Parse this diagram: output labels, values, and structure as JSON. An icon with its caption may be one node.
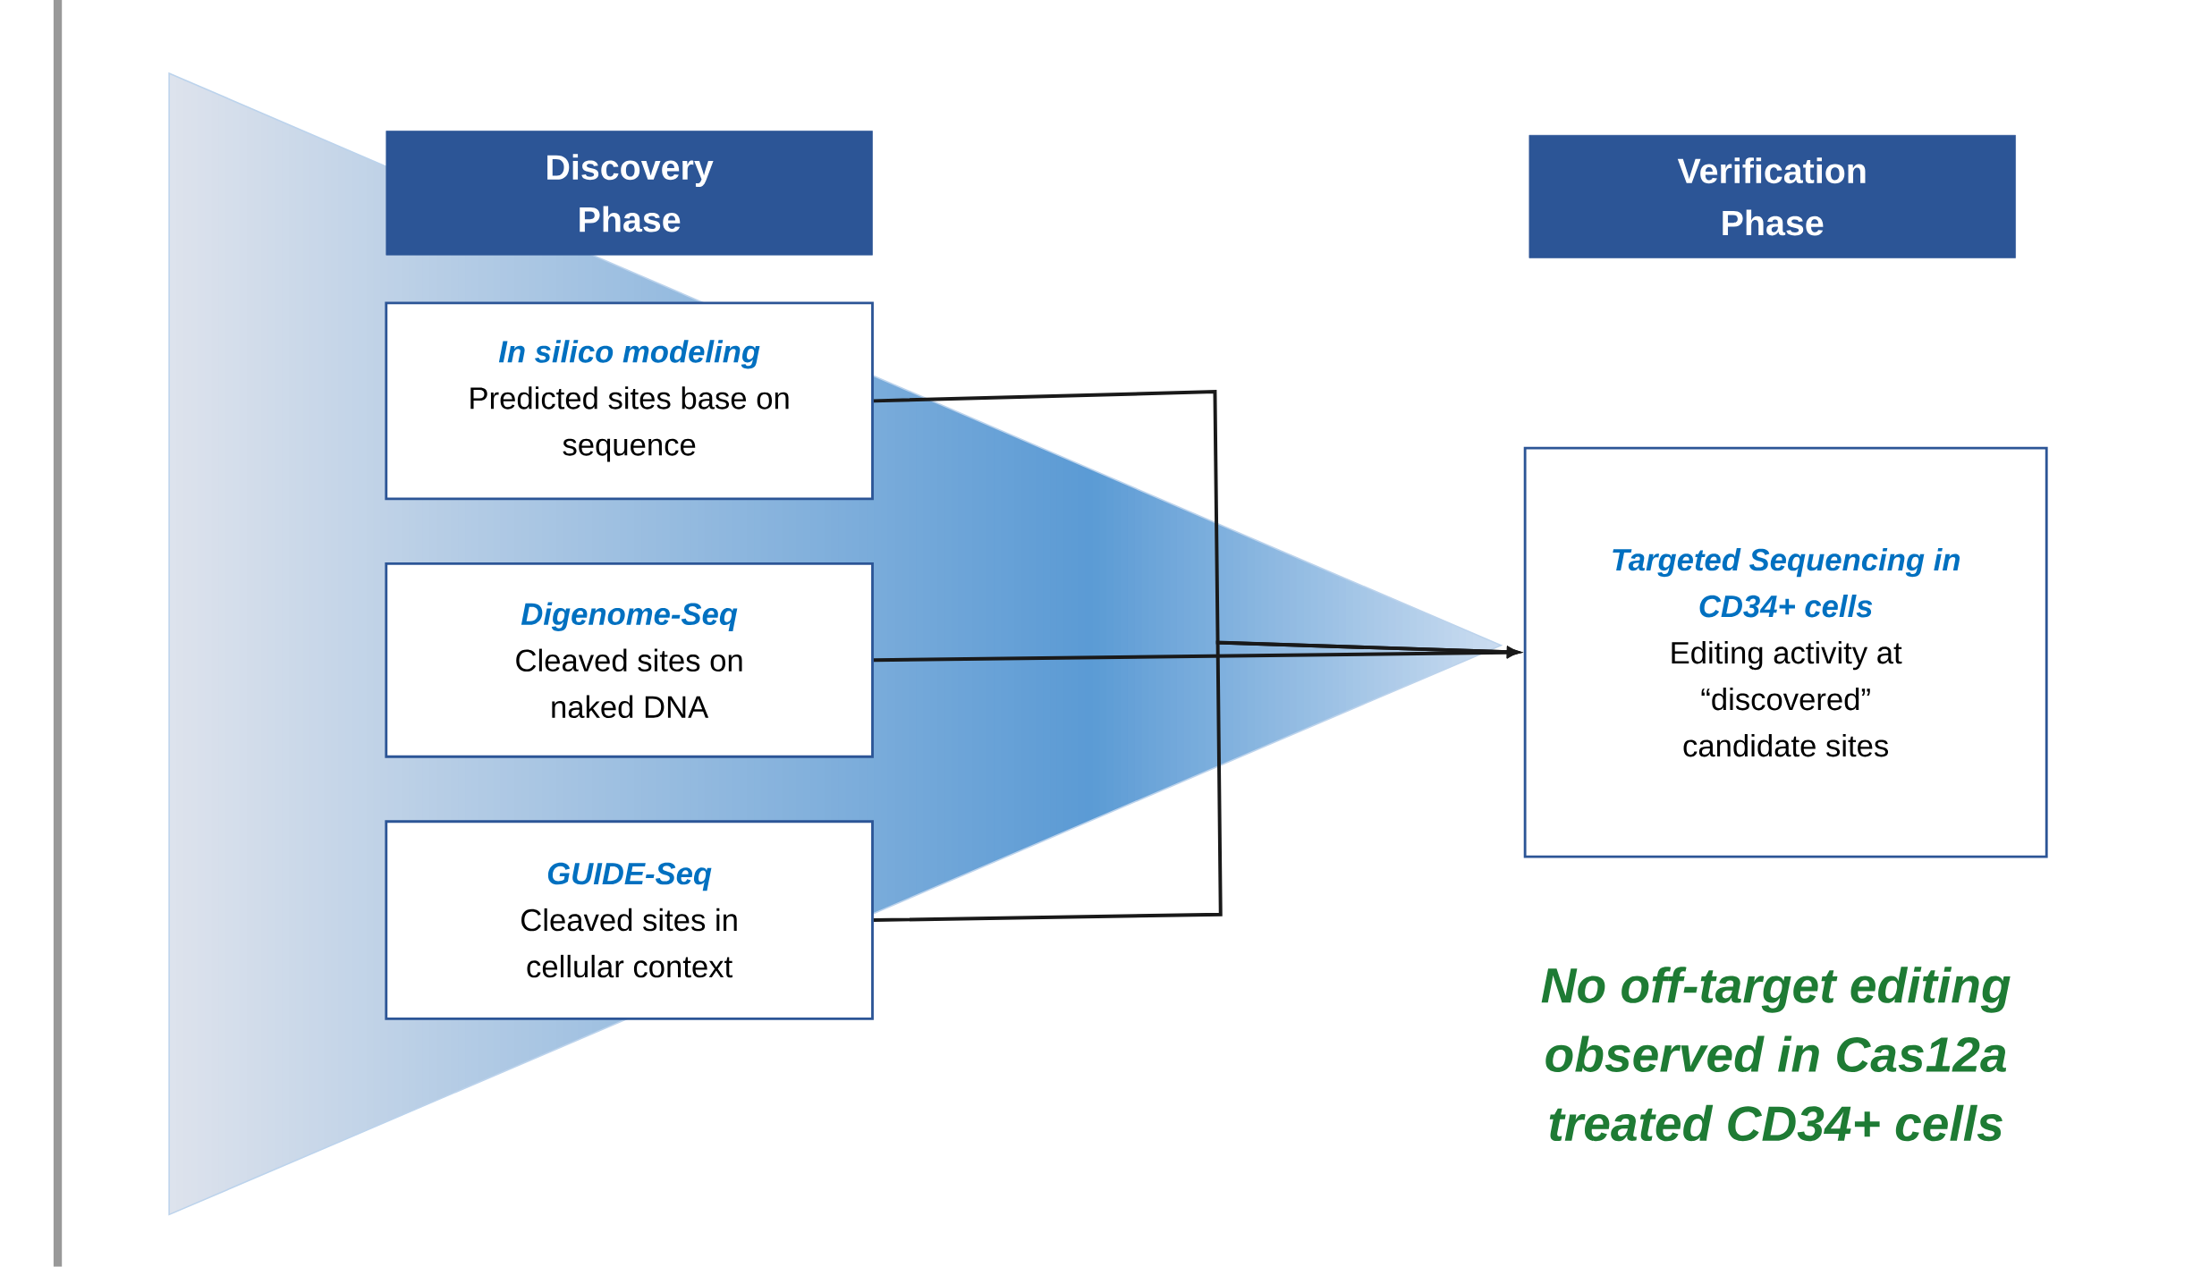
{
  "diagram": {
    "nodes": [
      {
        "text": [
          "Discovery Phase"
        ]
      },
      {
        "text": [
          "Verification Phase"
        ]
      },
      {
        "text": [
          "In silico modeling",
          "Predicted sites base on sequence"
        ]
      },
      {
        "text": [
          "Digenome-Seq",
          "Cleaved sites on naked DNA"
        ]
      },
      {
        "text": [
          "GUIDE-Seq",
          "Cleaved sites in cellular context"
        ]
      },
      {
        "text": [
          "Targeted Sequencing in CD34+ cells",
          "Editing activity at “discovered” candidate sites"
        ]
      }
    ],
    "edges": [
      {
        "from": 2,
        "to": 5,
        "arrow": "to"
      },
      {
        "from": 3,
        "to": 5,
        "arrow": "to"
      },
      {
        "from": 4,
        "to": 5,
        "arrow": "to"
      }
    ],
    "labels": [
      "No off-target editing observed in Cas12a treated CD34+ cells"
    ]
  }
}
